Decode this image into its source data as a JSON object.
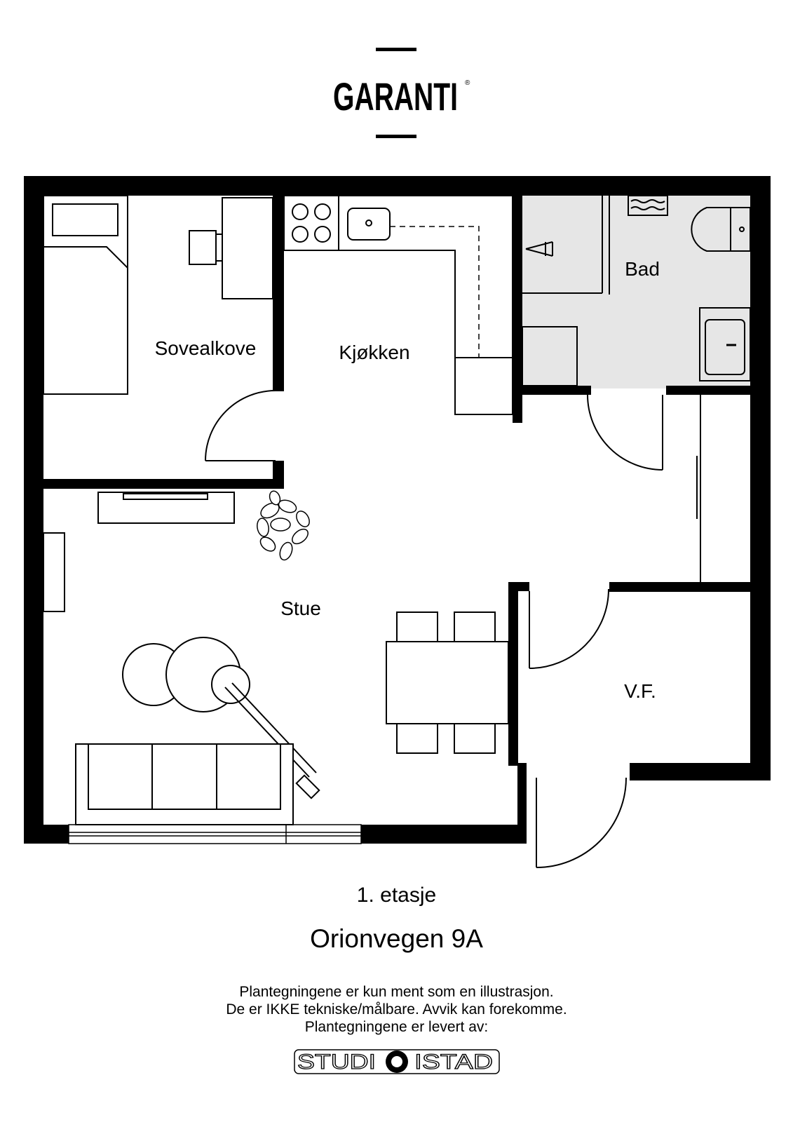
{
  "brand": {
    "name": "GARANTI",
    "mark": "®"
  },
  "rooms": {
    "sovealkove": "Sovealkove",
    "kjokken": "Kjøkken",
    "bad": "Bad",
    "stue": "Stue",
    "vf": "V.F."
  },
  "floor": "1. etasje",
  "address": "Orionvegen 9A",
  "disclaimer": {
    "line1": "Plantegningene er kun ment som en illustrasjon.",
    "line2": "De er IKKE tekniske/målbare. Avvik kan forekomme.",
    "line3": "Plantegningene er levert av:"
  },
  "producer_logo": {
    "left": "STUDI",
    "right": "ISTAD"
  },
  "colors": {
    "wall": "#000000",
    "bathroom_floor": "#e6e6e6",
    "background": "#ffffff"
  }
}
